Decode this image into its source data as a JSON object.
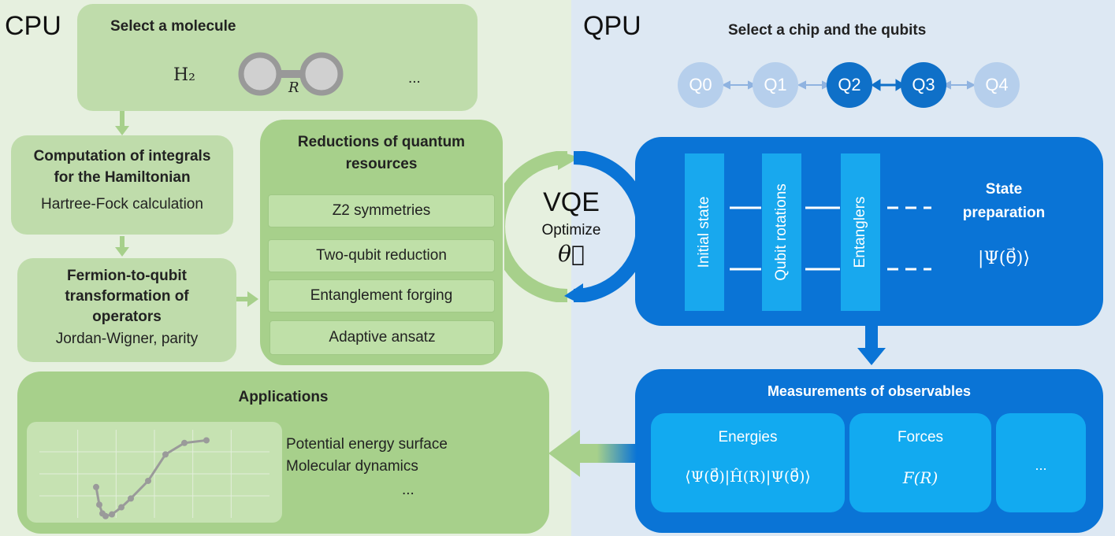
{
  "cpu": {
    "label": "CPU",
    "molecule": {
      "title": "Select a molecule",
      "formula": "H₂",
      "bond_label": "R",
      "more": "..."
    },
    "integrals": {
      "title_line1": "Computation of integrals",
      "title_line2": "for the Hamiltonian",
      "detail": "Hartree-Fock calculation"
    },
    "fermion": {
      "title_line1": "Fermion-to-qubit",
      "title_line2": "transformation of",
      "title_line3": "operators",
      "detail": "Jordan-Wigner, parity"
    },
    "reductions": {
      "title_line1": "Reductions of quantum",
      "title_line2": "resources",
      "items": [
        "Z2 symmetries",
        "Two-qubit reduction",
        "Entanglement forging",
        "Adaptive ansatz"
      ]
    },
    "applications": {
      "title": "Applications",
      "items": [
        "Potential energy surface",
        "Molecular dynamics"
      ],
      "more": "...",
      "curve_x": [
        1,
        2,
        3,
        4,
        5,
        6,
        7,
        8,
        9,
        10,
        11
      ],
      "curve_y": [
        0.35,
        0.15,
        0.05,
        0.02,
        0.04,
        0.12,
        0.22,
        0.42,
        0.72,
        0.85,
        0.88
      ]
    }
  },
  "vqe": {
    "label": "VQE",
    "sub": "Optimize",
    "param": "θ⃗"
  },
  "qpu": {
    "label": "QPU",
    "chip_title": "Select a chip and the qubits",
    "qubits": [
      {
        "name": "Q0",
        "selected": false
      },
      {
        "name": "Q1",
        "selected": false
      },
      {
        "name": "Q2",
        "selected": true
      },
      {
        "name": "Q3",
        "selected": true
      },
      {
        "name": "Q4",
        "selected": false
      }
    ],
    "circuit": {
      "columns": [
        "Initial state",
        "Qubit rotations",
        "Entanglers"
      ],
      "state_title_line1": "State",
      "state_title_line2": "preparation",
      "state_expr": "|Ψ(θ⃗)⟩"
    },
    "measurements": {
      "title": "Measurements of observables",
      "energies_title": "Energies",
      "energies_expr": "⟨Ψ(θ⃗)|Ĥ(R)|Ψ(θ⃗)⟩",
      "forces_title": "Forces",
      "forces_expr": "F(R)",
      "more": "..."
    }
  },
  "colors": {
    "cpu_bg": "#e6f0df",
    "qpu_bg": "#dde8f3",
    "green_box": "#a7d08b",
    "blue_box": "#0a74d6",
    "qubit_selected": "#0f70c8",
    "qubit_unselected": "#b6cfec"
  }
}
